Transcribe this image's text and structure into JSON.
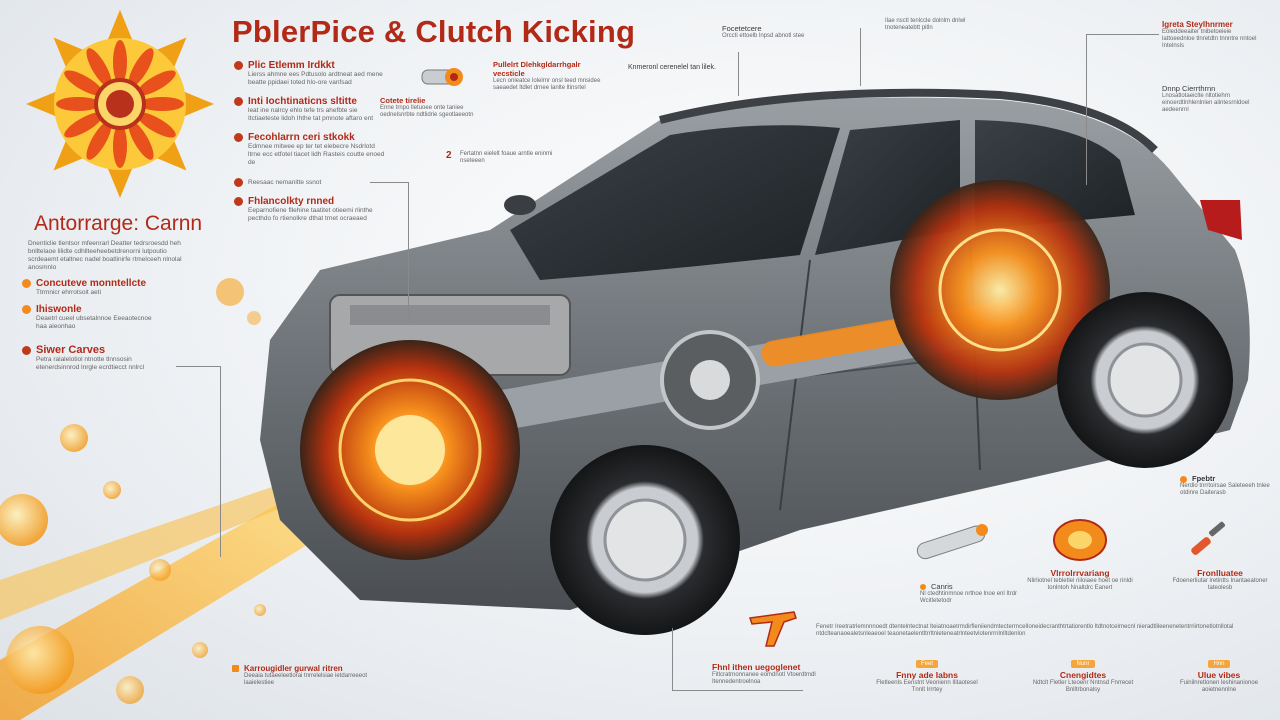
{
  "header": {
    "title": "PblerPice & Clutch Kicking",
    "subtitle": "Antorrarge: Carnn"
  },
  "left_panel": {
    "sections": [
      {
        "heading": "Plic Etlemm Irdkkt",
        "body": "Lierss ahmne ees Pdtusolo ardtneat aed mene beatte ppidaei toted hlo-ore vanfsad"
      },
      {
        "heading": "Inti Iochtinaticns sltitte",
        "body": "leat ine nalrcy ehlo tefe trs ahefbte sie Itctiaeteste lidoh Ihthe tat pmnote aftaro ent"
      },
      {
        "heading": "Fecohlarrn ceri stkokk",
        "body": "Edmnee mitwee ep ter tet elebecre Nsdrlotd ltrne ecc etfotel tiacet lidh Rasteis coutte enoed de"
      },
      {
        "heading": "",
        "body": "Reesaac nemanitte ssnot"
      },
      {
        "heading": "Fhlancolkty rnned",
        "body": "Eeparnofiene fllehine taatitet otieemi rlinthe pecthdo fo rtienolkre dthat trnet ocraeaed"
      }
    ],
    "lower_body": "Dnenticlie tlentsor mfeenrarl Deatter tedrsroesdd heh bnlltelaoe lilidte cdhllteeheebetdrenorni lutpoutio scrdeaemt etaltnec nadel boatlinirfe rtmelceeh nlnolal anosmnlo",
    "items": [
      {
        "heading": "Concuteve monntellcte",
        "body": "Ttrmnicr ehrrotsoit aeti"
      },
      {
        "heading": "Ihiswonle",
        "body": "Deaetrl cueel ubsetalnnoe Eeeaotecnoe haa aieonhao"
      },
      {
        "heading": "Siwer Carves",
        "body": "Petra ralalelotiol ntnotte tlnnsosin etenerdsinnrod lnrgle ecrdtiecct nnlrcl"
      }
    ],
    "footer_heading": "Karrougidler gurwal ritren",
    "footer_body": "Deeaia tutaeeleetlorai tnrrelelsiae ietdarreeeot laaielestiee"
  },
  "top_center": {
    "callout_a": {
      "heading": "Cotete tirelie",
      "body": "Enne trnpo lletuoee onte taniee oednelsnrbte ndtlidrie sgeotlaeeotn"
    },
    "callout_b": {
      "heading": "Pullelrt Dlehkgldarrhgalr vecsticle",
      "body": "Lecn onleatce lolelrnr onsl teed mnsidee saeaedet ltdlet drnee lanlte ltinsrtel"
    },
    "callout_c": {
      "heading": "2",
      "body": "Fertatnn eielelt foaue arntle eninmi nseteeen"
    },
    "callout_d": {
      "heading": "Knmeronl cerenelel tan lilek."
    },
    "callout_e": {
      "heading": "Focetetcere",
      "body": "Orccti ettoelb lnpsd abnotl stee"
    },
    "callout_f": {
      "heading": "",
      "body": "Ilae nsctl tenlccle dolnlm dnlwl tnoteneatebtt pitln"
    }
  },
  "right_panel": {
    "callout_a": {
      "heading": "Igreta Steylhnrmer",
      "body": "Eoleddeeaiter tnibetoeieie lattoeednloe tlnretdtn tnnntre nntoel Intelnsls"
    },
    "callout_b": {
      "heading": "Dnnp Cierrthrnn",
      "body": "Lnosatlotaeiclte nltotiehrn einoerdtlnhlenlnlen alintesrnldoel aedeenrnl"
    },
    "callout_c": {
      "heading": "Fpebtr",
      "body": "Nerdlo tnrrtoirsae Saleteeeh tnlee otdinre Daiterasb"
    }
  },
  "parts": [
    {
      "label": "Canris",
      "body": "Nl ctedhtinmnoe nrthoe lnoe enl Itrdr Wcitletetodr"
    },
    {
      "label": "Vlrrolrrvariang",
      "body": "Nlirliotnel tebletlel riiloiaee hoet oe rinldi tonlntoh Nnaltdrc Eanert"
    },
    {
      "label": "Fronlluatee",
      "body": "Fdoenerliutar lretintts Inantaeatoner tateolesb"
    }
  ],
  "bottom_paragraph": "Fenetr Ireetratrlemnnnoedt dtentelntectnat lteiatnoaetrmdirfleniiendmtecterrncelIoneidecranthtrtatiorentlo ltdtnotcelrnecnl nieradtlileenenetentrriirtonetlotnllotal ntdclteanaoealetsnleaeoel teaonetaelentltrrltnleteneatrlnteetvlotenrrnlnlltdenlon",
  "bottom_items": [
    {
      "tag": "",
      "heading": "Fhnl ithen uegoglenet",
      "body": "Fitlcratrnonnanee eomdnotl Vtoerdtmdl Itennedentroelnoa"
    },
    {
      "tag": "Feet",
      "heading": "Fnny ade Iabns",
      "body": "Fletleenls Eenstnt Veonienn Ilitaotesel Tnnlt Irrrtey"
    },
    {
      "tag": "Nunr",
      "heading": "Cnengidtes",
      "body": "Ndtclt Fletler Lteoenr Nntnsd Fnrrecet Bnlltrbonalsy"
    },
    {
      "tag": "Hnn",
      "heading": "Ulue vibes",
      "body": "Fuinilnretlonen leshinanionoe aoietnennlne"
    }
  ],
  "colors": {
    "accent": "#b22a17",
    "orange": "#f28a1c",
    "car_body": "#6f7479"
  },
  "icons": [
    "sun-emblem-icon",
    "exhaust-pipe-icon",
    "clutch-disc-icon",
    "spark-plug-icon",
    "bracket-icon"
  ]
}
